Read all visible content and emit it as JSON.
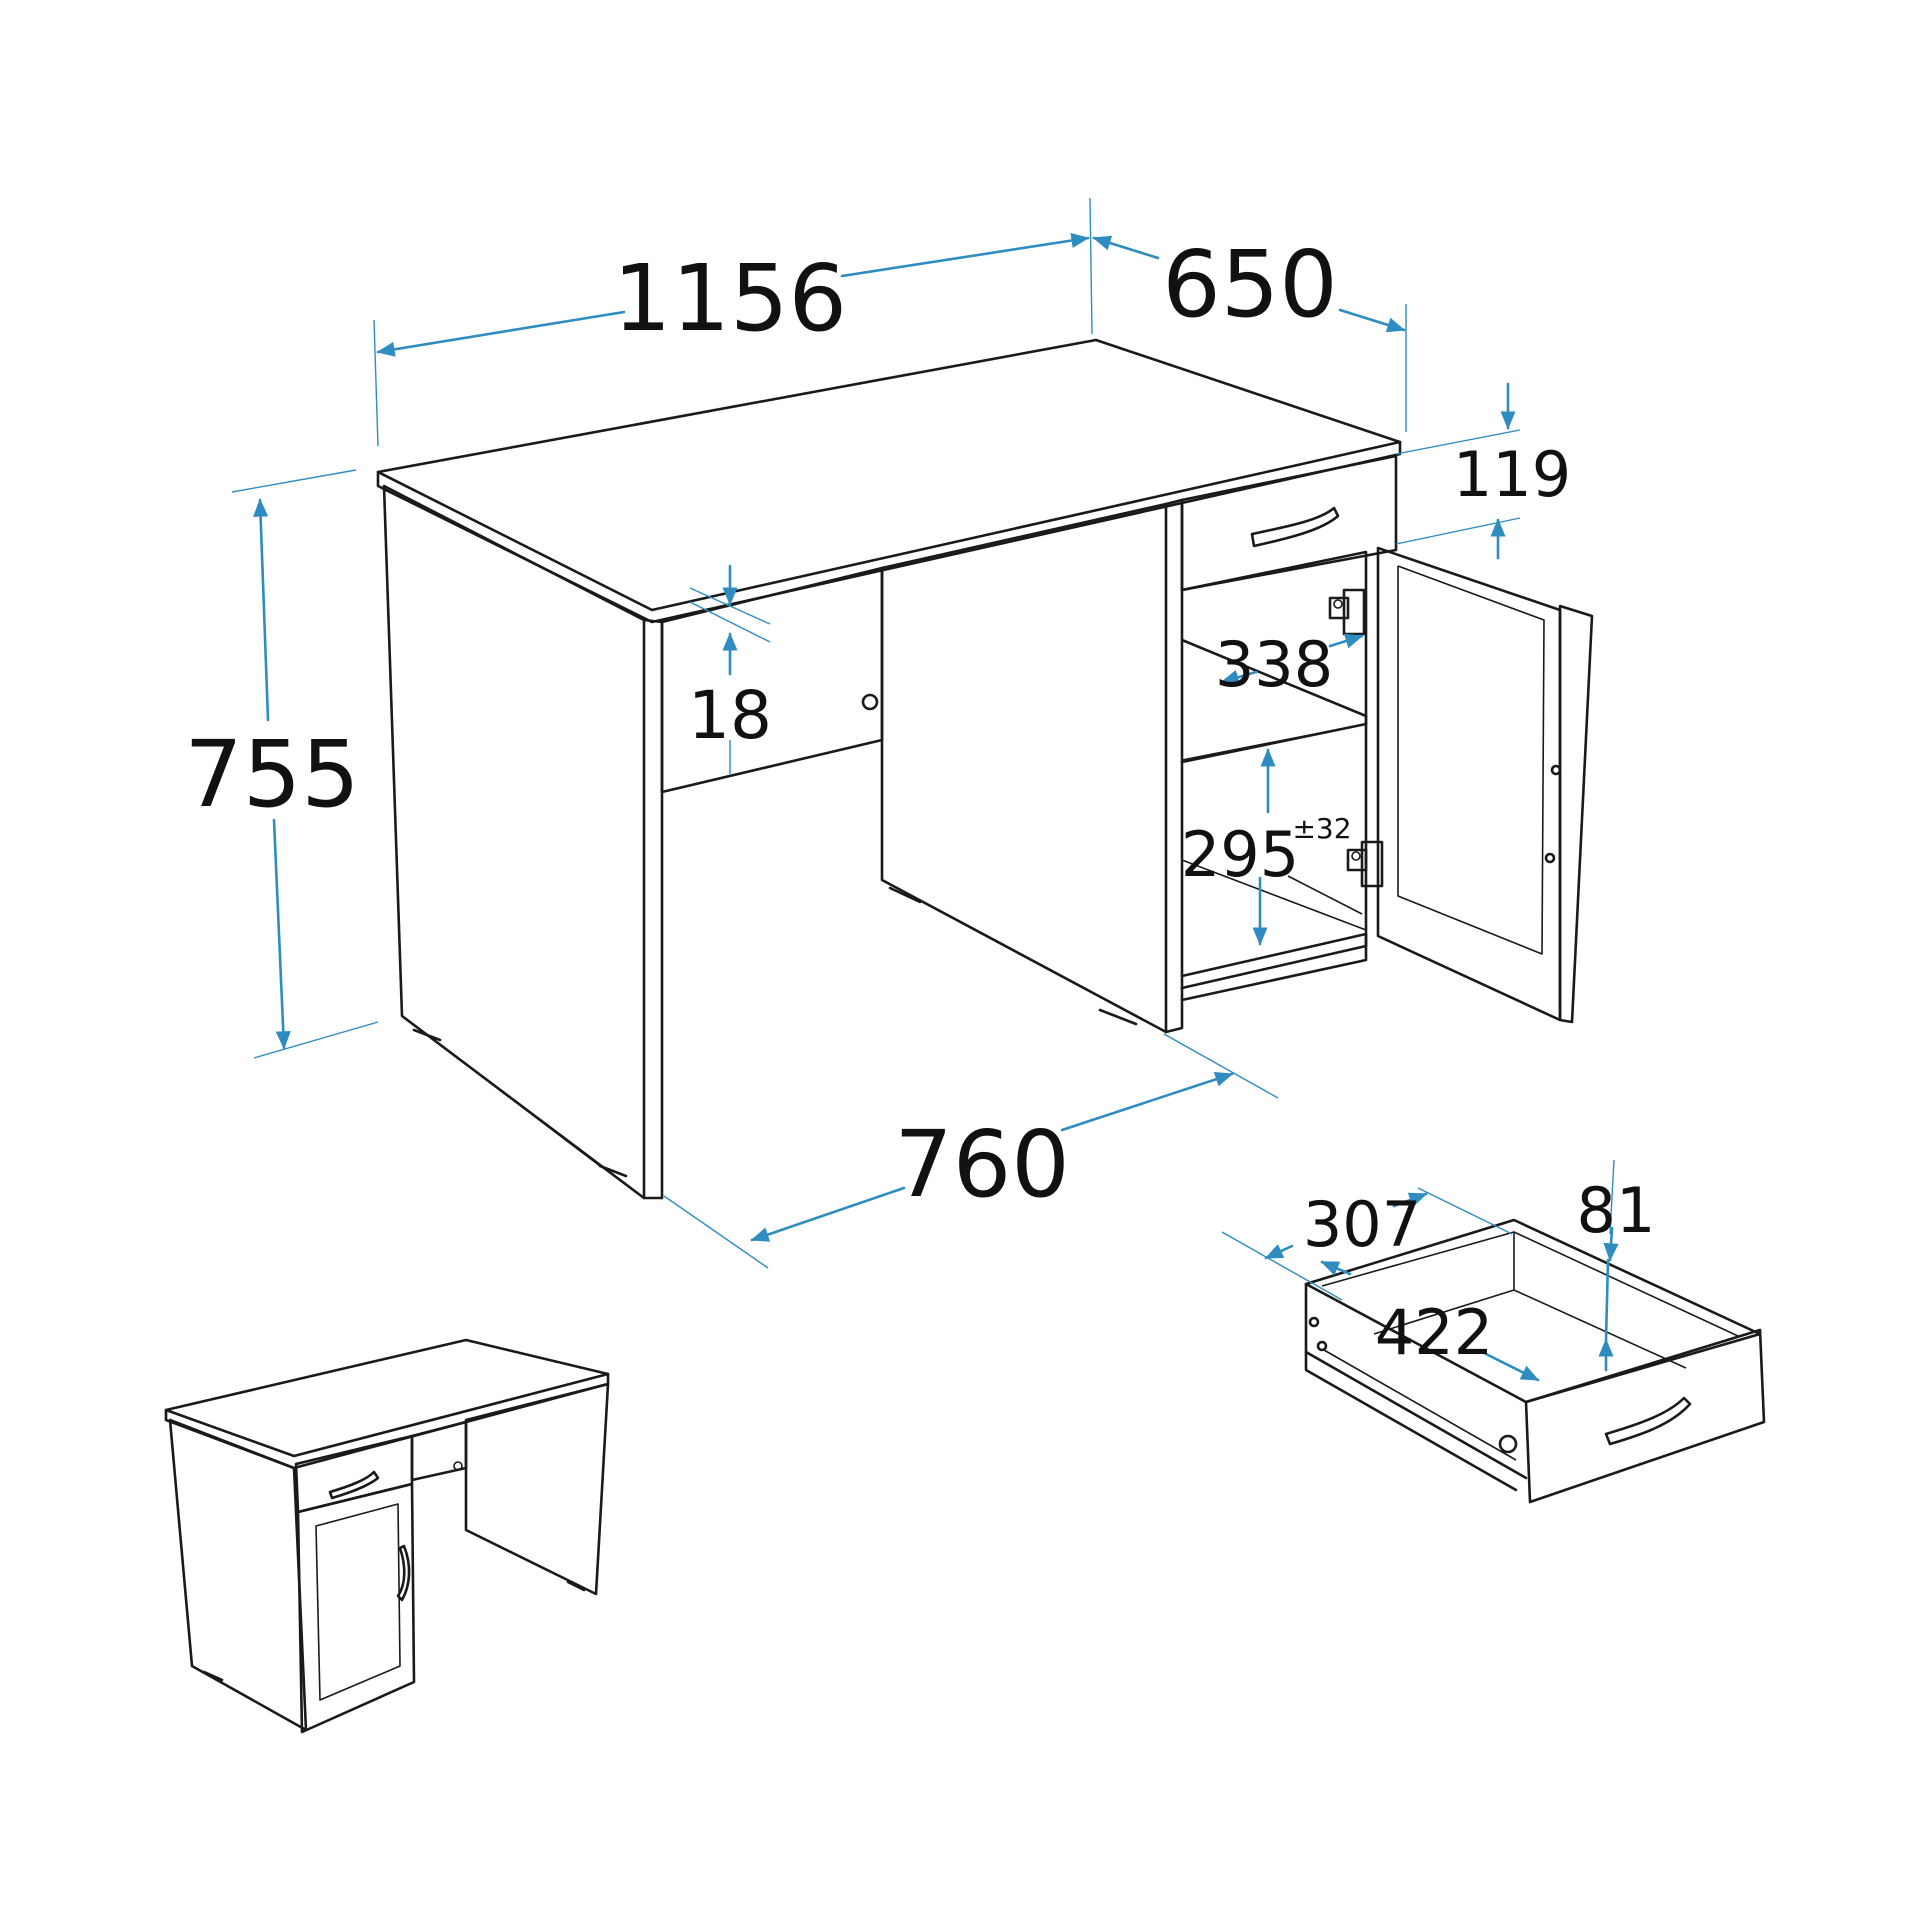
{
  "colors": {
    "dimension": "#2f8cc1",
    "outline": "#1a1a1a",
    "background": "#ffffff"
  },
  "dimensions": {
    "desk_width": "1156",
    "desk_depth": "650",
    "desk_height": "755",
    "leg_space_depth": "760",
    "top_thickness": "18",
    "drawer_front_height": "119",
    "shelf_depth": "338",
    "shelf_gap": "295",
    "shelf_tolerance": "±32",
    "drawer_inner_width": "307",
    "drawer_inner_depth": "422",
    "drawer_inner_height": "81"
  }
}
